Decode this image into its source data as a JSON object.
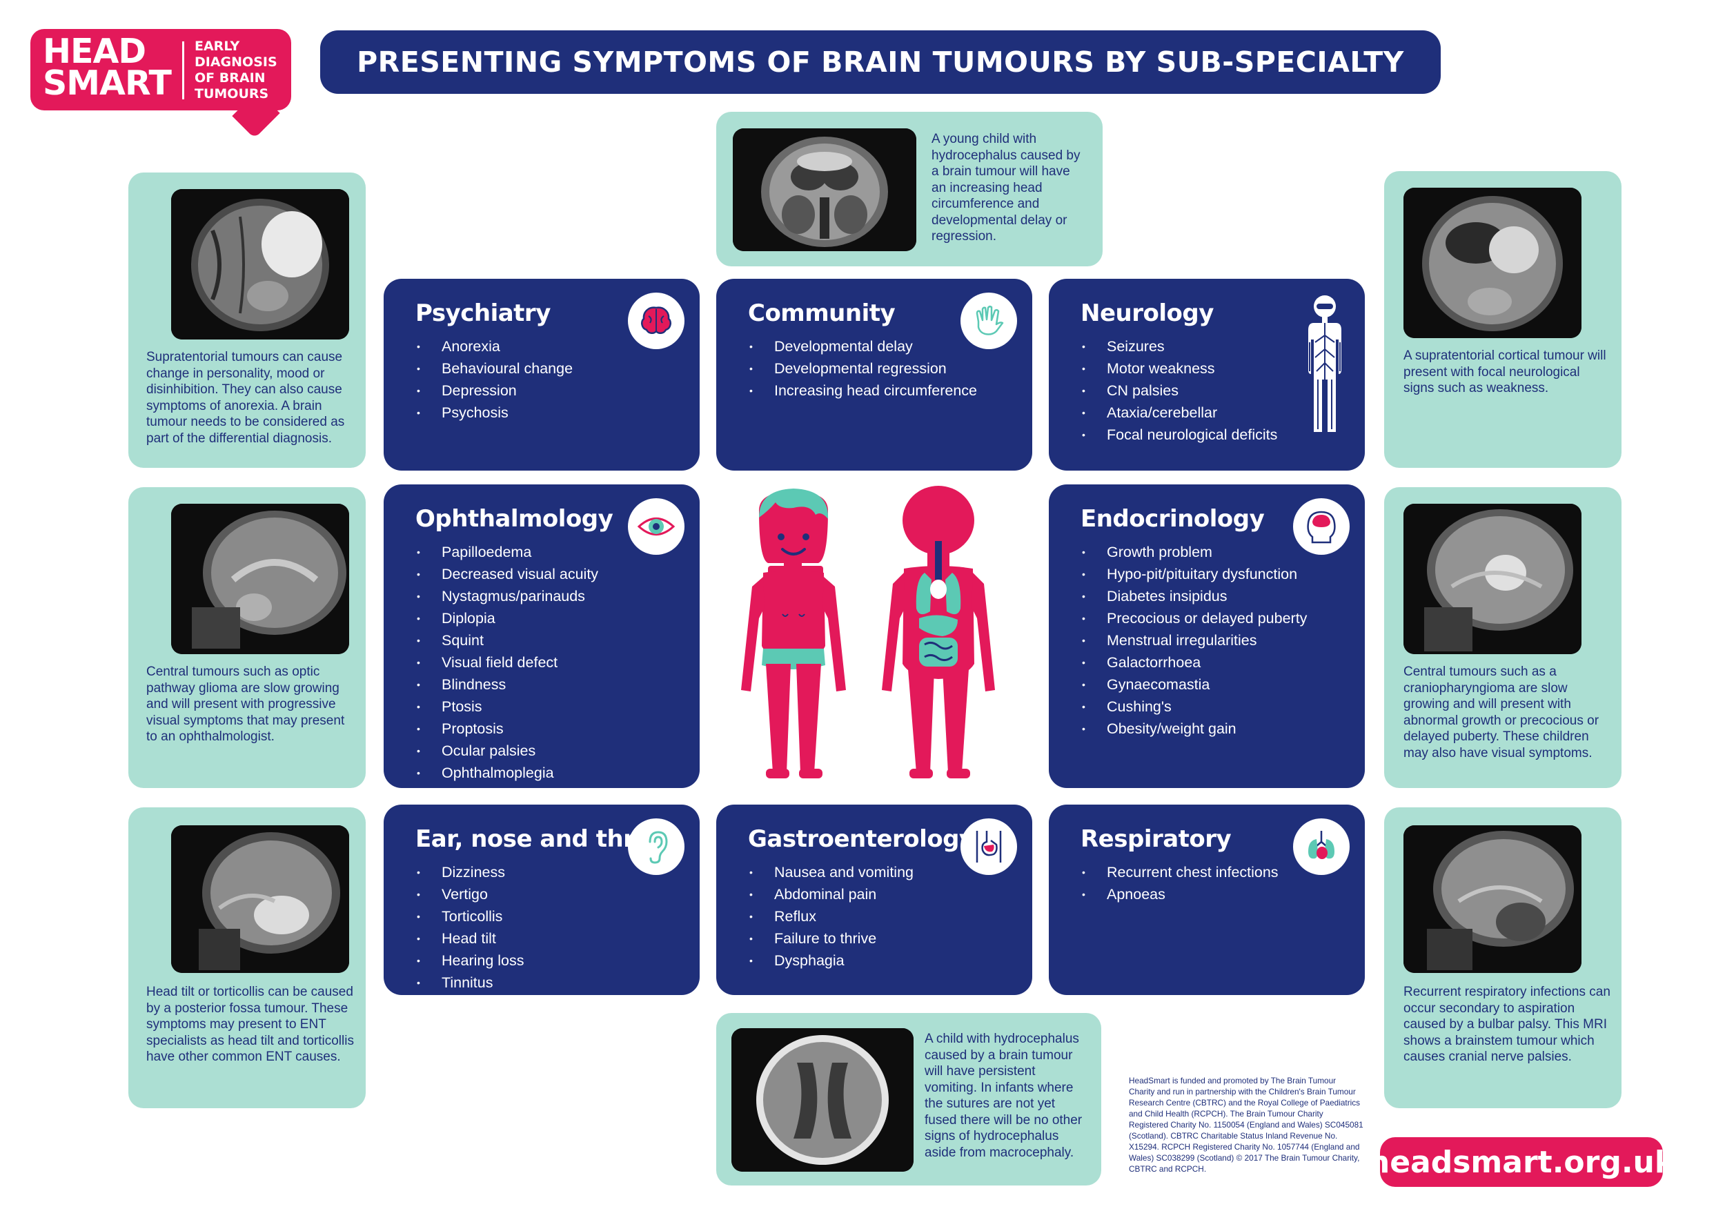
{
  "logo": {
    "main_line1": "HEAD",
    "main_line2": "SMART",
    "tag_line1": "EARLY",
    "tag_line2": "DIAGNOSIS",
    "tag_line3": "OF BRAIN",
    "tag_line4": "TUMOURS"
  },
  "title": "PRESENTING SYMPTOMS OF BRAIN TUMOURS BY SUB-SPECIALTY",
  "colors": {
    "navy": "#1f2f7a",
    "pink": "#e3195a",
    "mint": "#acdfd3",
    "teal": "#5cc9b4"
  },
  "info_boxes": {
    "top_center": {
      "text": "A young child with hydrocephalus caused by a brain tumour will have an increasing head circumference and developmental delay or regression."
    },
    "left_1": {
      "text": "Supratentorial tumours can cause change in personality, mood or disinhibition. They can also cause symptoms of anorexia. A brain tumour needs to be considered as part of the differential diagnosis."
    },
    "left_2": {
      "text": "Central tumours such as optic pathway glioma are slow growing and will present with progressive visual symptoms that may present to an ophthalmologist."
    },
    "left_3": {
      "text": "Head tilt or torticollis can be caused by a posterior fossa tumour. These symptoms may present to ENT specialists as head tilt and torticollis have other common ENT causes."
    },
    "right_1": {
      "text": "A supratentorial cortical tumour will present with focal neurological signs such as weakness."
    },
    "right_2": {
      "text": "Central tumours such as a craniopharyngioma are slow growing and will present with abnormal growth or precocious or delayed puberty. These children may also have visual symptoms."
    },
    "right_3": {
      "text": "Recurrent respiratory infections can occur secondary to aspiration caused by a bulbar palsy. This MRI shows a brainstem tumour which causes cranial nerve palsies."
    },
    "bottom_center": {
      "text": "A child with hydrocephalus caused by a brain tumour will have persistent vomiting. In infants where the sutures are not yet fused there will be no other signs of hydrocephalus aside from macrocephaly."
    }
  },
  "cards": {
    "psychiatry": {
      "title": "Psychiatry",
      "icon": "brain-icon",
      "items": [
        "Anorexia",
        "Behavioural change",
        "Depression",
        "Psychosis"
      ]
    },
    "community": {
      "title": "Community",
      "icon": "hand-icon",
      "items": [
        "Developmental delay",
        "Developmental regression",
        "Increasing head circumference"
      ]
    },
    "neurology": {
      "title": "Neurology",
      "icon": "nervous-system-icon",
      "items": [
        "Seizures",
        "Motor weakness",
        "CN palsies",
        "Ataxia/cerebellar",
        "Focal neurological deficits"
      ]
    },
    "ophthalmology": {
      "title": "Ophthalmology",
      "icon": "eye-icon",
      "items": [
        "Papilloedema",
        "Decreased visual acuity",
        "Nystagmus/parinauds",
        "Diplopia",
        "Squint",
        "Visual field defect",
        "Blindness",
        "Ptosis",
        "Proptosis",
        "Ocular palsies",
        "Ophthalmoplegia"
      ]
    },
    "endocrinology": {
      "title": "Endocrinology",
      "icon": "head-icon",
      "items": [
        "Growth problem",
        "Hypo-pit/pituitary dysfunction",
        "Diabetes insipidus",
        "Precocious or delayed puberty",
        "Menstrual irregularities",
        "Galactorrhoea",
        "Gynaecomastia",
        "Cushing's",
        "Obesity/weight gain"
      ]
    },
    "ent": {
      "title": "Ear, nose and throat",
      "icon": "ear-icon",
      "items": [
        "Dizziness",
        "Vertigo",
        "Torticollis",
        "Head tilt",
        "Hearing loss",
        "Tinnitus"
      ]
    },
    "gastro": {
      "title": "Gastroenterology",
      "icon": "stomach-icon",
      "items": [
        "Nausea and vomiting",
        "Abdominal pain",
        "Reflux",
        "Failure to thrive",
        "Dysphagia"
      ]
    },
    "respiratory": {
      "title": "Respiratory",
      "icon": "lungs-icon",
      "items": [
        "Recurrent chest infections",
        "Apnoeas"
      ]
    }
  },
  "footer": {
    "note": "HeadSmart is funded and promoted by The Brain Tumour Charity and run in partnership with the Children's Brain Tumour Research Centre (CBTRC) and the Royal College of Paediatrics and Child Health (RCPCH). The Brain Tumour Charity Registered Charity No. 1150054 (England and Wales) SC045081 (Scotland). CBTRC Charitable Status Inland Revenue No. X15294. RCPCH Registered Charity No. 1057744 (England and Wales) SC038299 (Scotland) © 2017 The Brain Tumour Charity, CBTRC and RCPCH.",
    "url": "headsmart.org.uk"
  }
}
